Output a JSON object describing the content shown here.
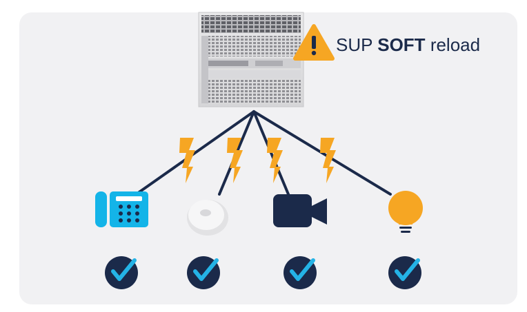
{
  "title": {
    "prefix": "SUP",
    "bold": "SOFT",
    "suffix": "reload"
  },
  "colors": {
    "panel": "#f1f1f3",
    "navy": "#1b2a4a",
    "warning": "#f6a623",
    "phone": "#14b4e8",
    "check_ring": "#1b2a4a",
    "check_mark": "#24b3e6"
  },
  "icons": {
    "switch": "modular-switch-chassis",
    "warning": "warning-triangle-icon",
    "lightning": "lightning-bolt-icon",
    "devices": [
      "ip-phone-icon",
      "access-point-icon",
      "video-camera-icon",
      "light-bulb-icon"
    ],
    "status": "check-circle-icon"
  }
}
